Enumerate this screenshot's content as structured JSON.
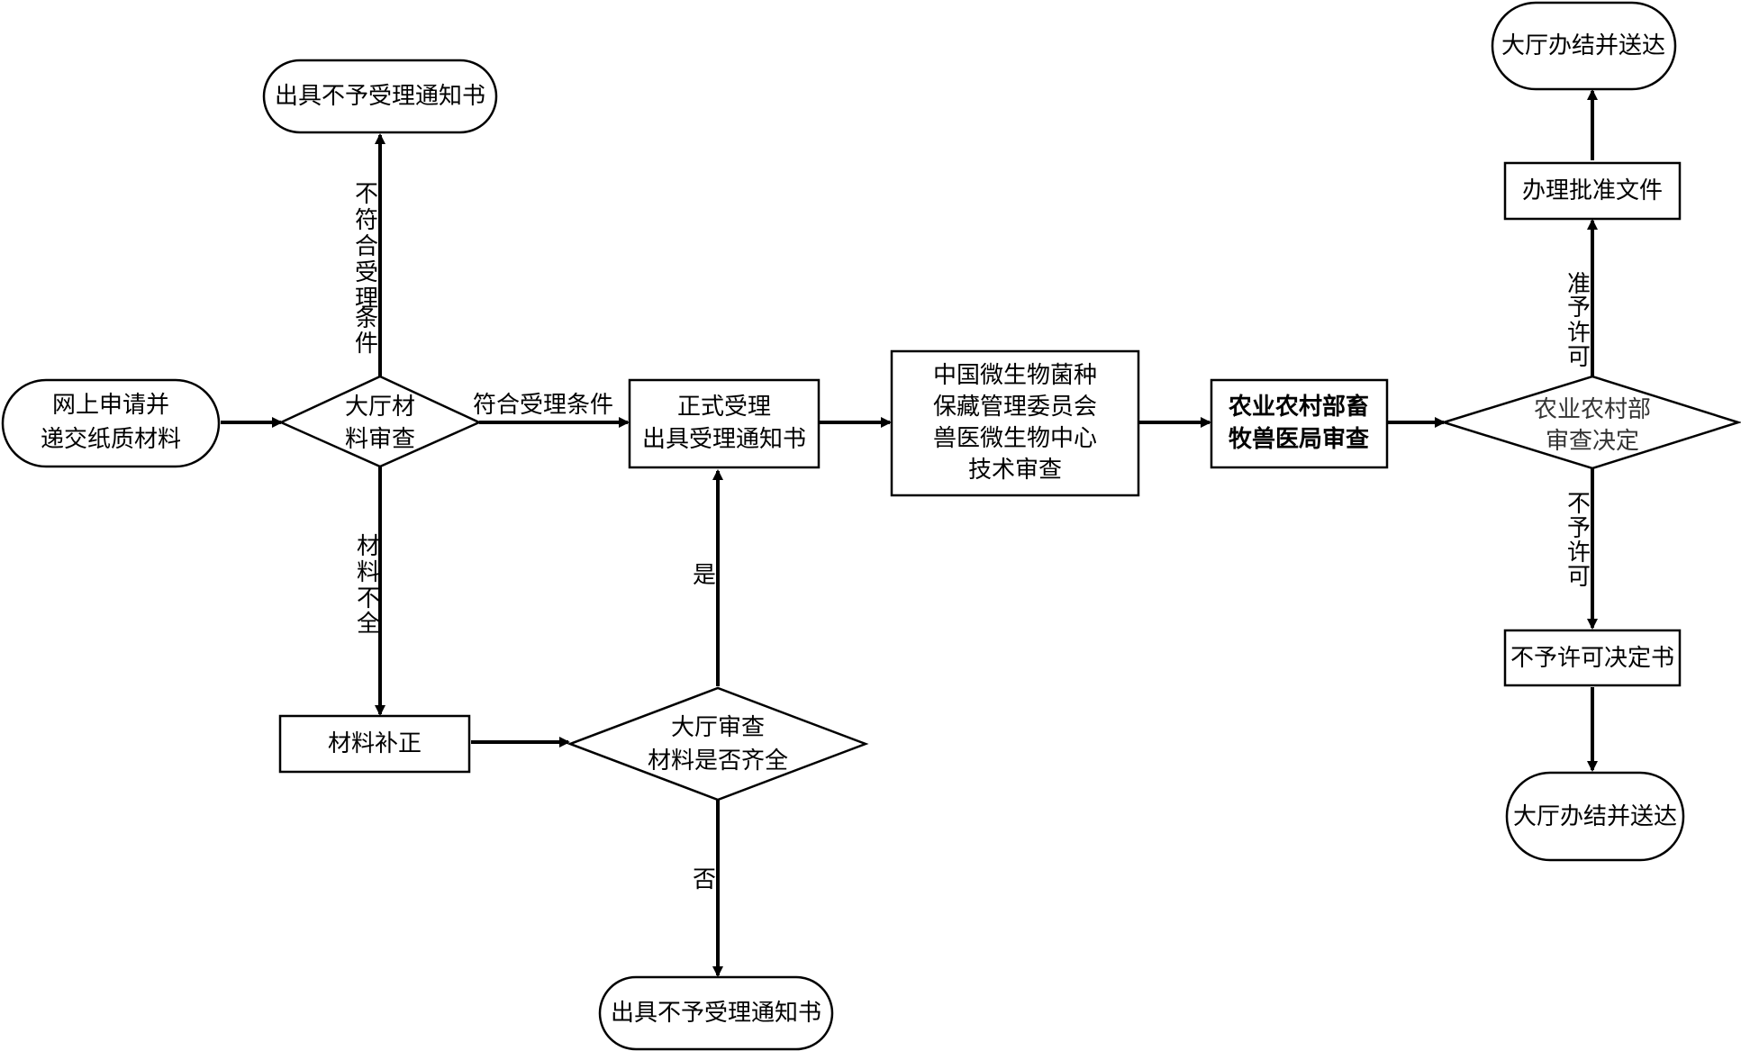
{
  "nodes": {
    "online_apply": [
      "网上申请并",
      "递交纸质材料"
    ],
    "notice_reject_top": "出具不予受理通知书",
    "hall_review": [
      "大厅材",
      "料审查"
    ],
    "formal_accept": [
      "正式受理",
      "出具受理通知书"
    ],
    "tech_review": [
      "中国微生物菌种",
      "保藏管理委员会",
      "兽医微生物中心",
      "技术审查"
    ],
    "bureau_review": [
      "农业农村部畜",
      "牧兽医局审查"
    ],
    "ministry_decision": [
      "农业农村部",
      "审查决定"
    ],
    "approval_doc": "办理批准文件",
    "hall_deliver_top": "大厅办结并送达",
    "material_fix": "材料补正",
    "hall_check": [
      "大厅审查",
      "材料是否齐全"
    ],
    "notice_reject_bottom": "出具不予受理通知书",
    "deny_decision": "不予许可决定书",
    "hall_deliver_bottom": "大厅办结并送达"
  },
  "edge_labels": {
    "not_qualified": [
      "不",
      "符",
      "合",
      "受",
      "理",
      "条",
      "件"
    ],
    "qualified": "符合受理条件",
    "incomplete": [
      "材",
      "料",
      "不",
      "全"
    ],
    "yes": "是",
    "no": "否",
    "approve": [
      "准",
      "予",
      "许",
      "可"
    ],
    "deny": [
      "不",
      "予",
      "许",
      "可"
    ]
  }
}
